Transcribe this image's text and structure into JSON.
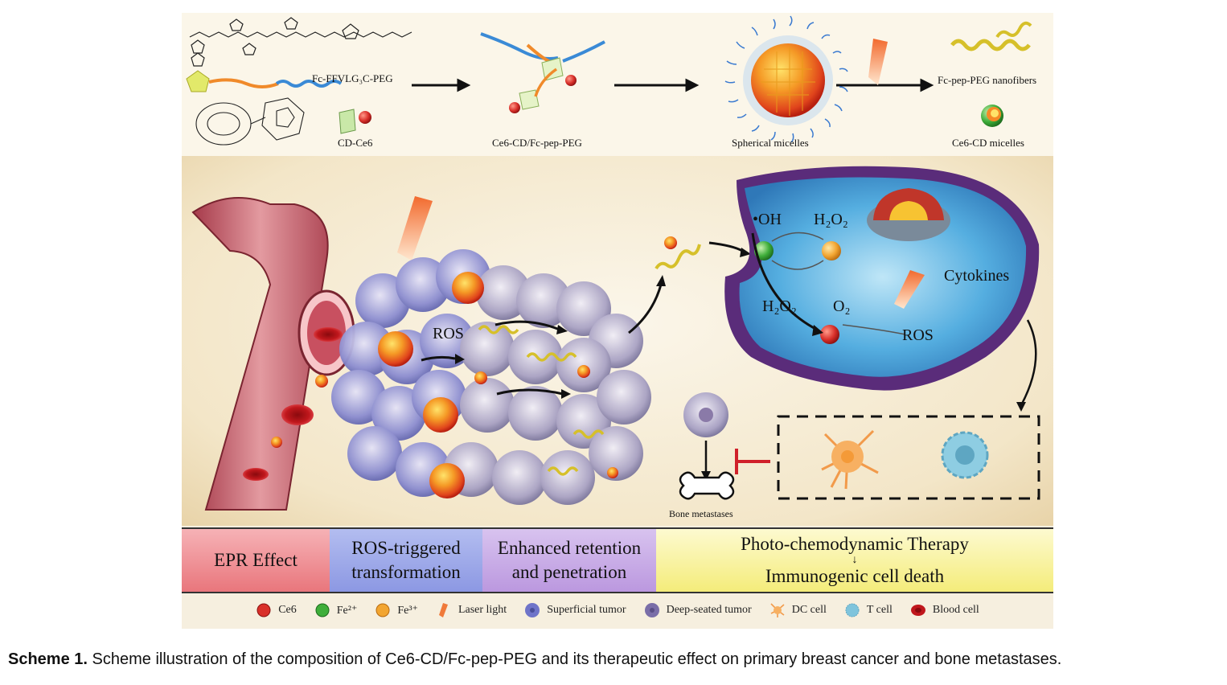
{
  "top": {
    "fc_pep_peg": "Fc-FFVLG₃C-PEG",
    "cd_ce6": "CD-Ce6",
    "complex": "Ce6-CD/Fc-pep-PEG",
    "spherical": "Spherical micelles",
    "nanofibers": "Fc-pep-PEG nanofibers",
    "ce6_micelles": "Ce6-CD micelles"
  },
  "mid": {
    "ros_tumor": "ROS",
    "oh": "•OH",
    "h2o2_top": "H₂O₂",
    "cytokines": "Cytokines",
    "h2o2_bottom": "H₂O₂",
    "o2": "O₂",
    "ros_cell": "ROS",
    "bone": "Bone metastases"
  },
  "stages": {
    "epr": "EPR Effect",
    "ros_line1": "ROS-triggered",
    "ros_line2": "transformation",
    "enh_line1": "Enhanced retention",
    "enh_line2": "and penetration",
    "pcdt_line1": "Photo-chemodynamic Therapy",
    "pcdt_arrow": "↓",
    "pcdt_line2": "Immunogenic cell death"
  },
  "legend": [
    {
      "label": "Ce6",
      "icon": "red-sphere-icon",
      "color": "#d9302a"
    },
    {
      "label": "Fe²⁺",
      "icon": "green-sphere-icon",
      "color": "#3fae3a"
    },
    {
      "label": "Fe³⁺",
      "icon": "orange-sphere-icon",
      "color": "#f2a531"
    },
    {
      "label": "Laser light",
      "icon": "laser-icon",
      "color": "#f07a3a"
    },
    {
      "label": "Superficial tumor",
      "icon": "superficial-tumor-icon",
      "color": "#6f74c9"
    },
    {
      "label": "Deep-seated tumor",
      "icon": "deep-tumor-icon",
      "color": "#7a6ea8"
    },
    {
      "label": "DC cell",
      "icon": "dc-cell-icon",
      "color": "#f29a4a"
    },
    {
      "label": "T cell",
      "icon": "t-cell-icon",
      "color": "#7fc4dc"
    },
    {
      "label": "Blood cell",
      "icon": "blood-cell-icon",
      "color": "#c0171c"
    }
  ],
  "caption": {
    "prefix": "Scheme 1.",
    "text": "Scheme illustration of the composition of Ce6-CD/Fc-pep-PEG and its therapeutic effect on primary breast cancer and bone metastases."
  }
}
